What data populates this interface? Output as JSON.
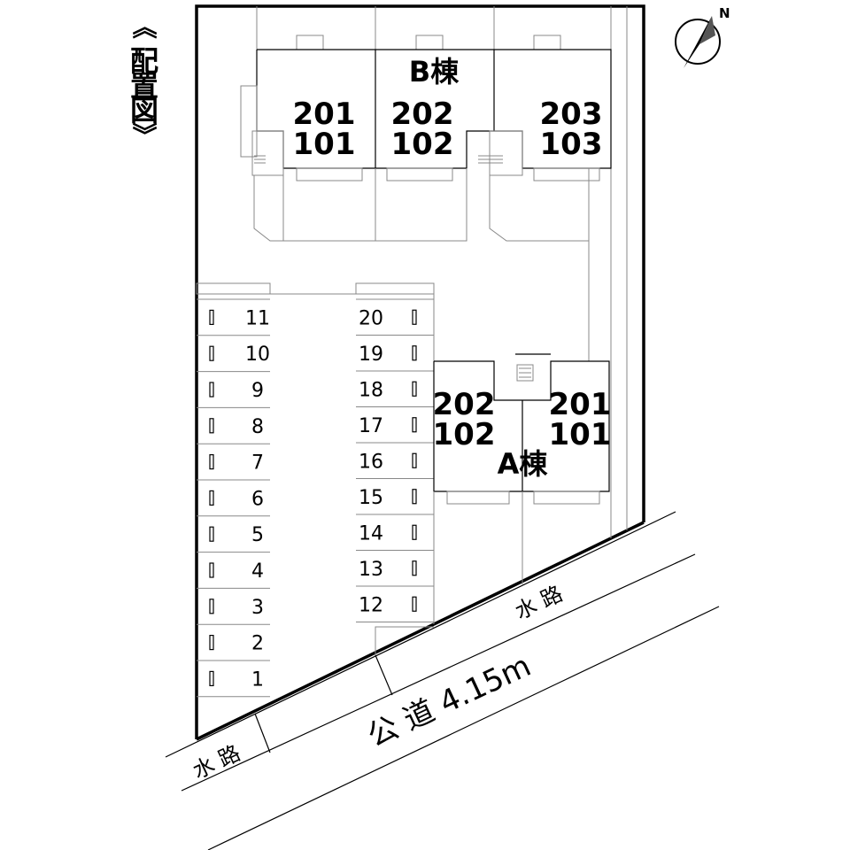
{
  "title": "《配置図》",
  "compass": {
    "label": "N"
  },
  "buildings": {
    "b": {
      "name": "B棟",
      "units": [
        {
          "upper": "201",
          "lower": "101"
        },
        {
          "upper": "202",
          "lower": "102"
        },
        {
          "upper": "203",
          "lower": "103"
        }
      ]
    },
    "a": {
      "name": "A棟",
      "units": [
        {
          "upper": "202",
          "lower": "102"
        },
        {
          "upper": "201",
          "lower": "101"
        }
      ]
    }
  },
  "parking": {
    "left": [
      "11",
      "10",
      "9",
      "8",
      "7",
      "6",
      "5",
      "4",
      "3",
      "2",
      "1"
    ],
    "right": [
      "20",
      "19",
      "18",
      "17",
      "16",
      "15",
      "14",
      "13",
      "12"
    ]
  },
  "roads": {
    "waterway_upper": "水 路",
    "waterway_lower": "水 路",
    "public_road": "公 道 4.15m"
  }
}
